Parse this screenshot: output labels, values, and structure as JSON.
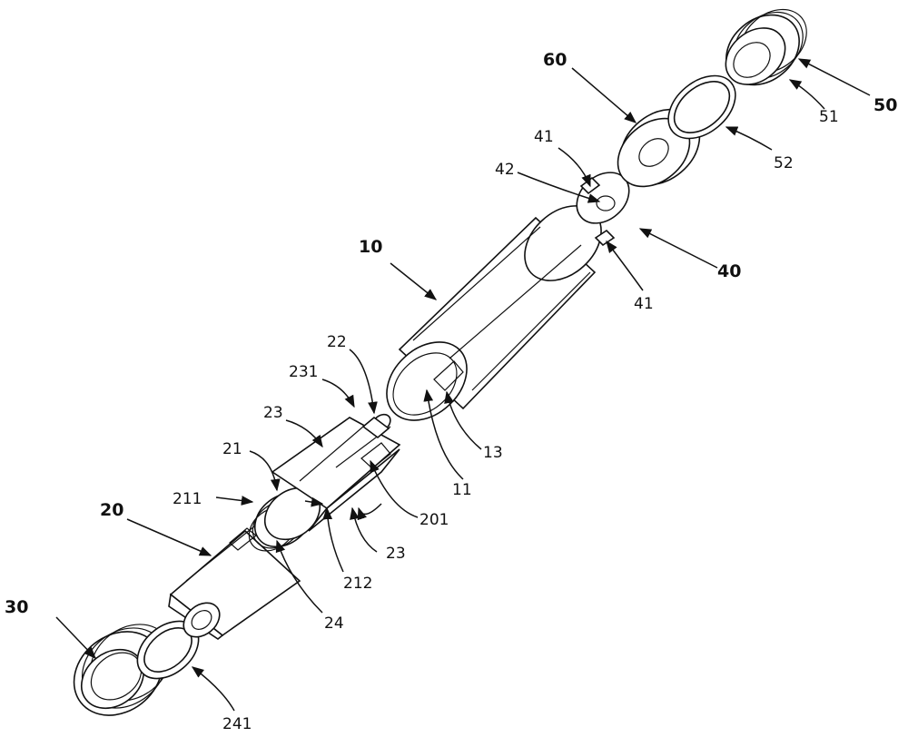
{
  "labels": {
    "p10": "10",
    "p11": "11",
    "p13": "13",
    "p20": "20",
    "p201": "201",
    "p21": "21",
    "p211": "211",
    "p212": "212",
    "p22": "22",
    "p23a": "23",
    "p23b": "23",
    "p231": "231",
    "p24": "24",
    "p241": "241",
    "p30": "30",
    "p40": "40",
    "p41a": "41",
    "p41b": "41",
    "p42": "42",
    "p50": "50",
    "p51": "51",
    "p52": "52",
    "p60": "60"
  }
}
